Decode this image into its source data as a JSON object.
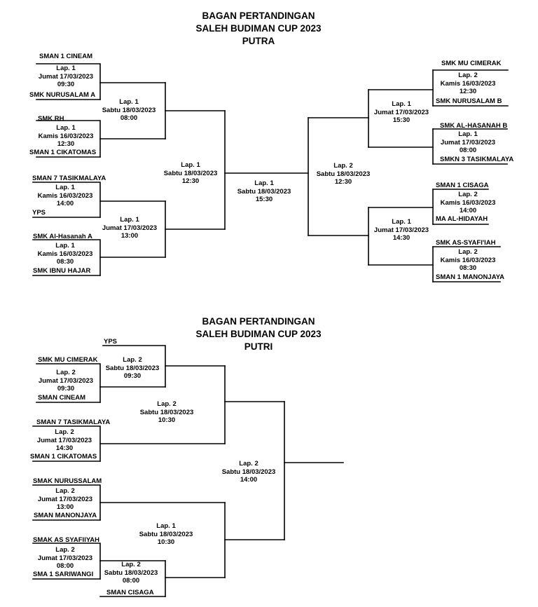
{
  "putra": {
    "title": [
      "BAGAN PERTANDINGAN",
      "SALEH BUDIMAN CUP 2023",
      "PUTRA"
    ],
    "teams": [
      "SMAN  1 CINEAM",
      "SMK  NURUSALAM A",
      "SMK  RH",
      "SMAN 1 CIKATOMAS",
      "SMAN 7 TASIKMALAYA",
      "YPS",
      "SMK Al-Hasanah A",
      "SMK  IBNU HAJAR",
      "SMK MU CIMERAK",
      "SMK  NURUSALAM B",
      "SMK  AL-HASANAH B",
      "SMKN 3 TASIKMALAYA",
      "SMAN 1 CISAGA",
      "MA AL-HIDAYAH",
      "SMK  AS-SYAFI'IAH",
      "SMAN 1 MANONJAYA"
    ],
    "matches": [
      {
        "lap": "Lap. 1",
        "day": "Jumat 17/03/2023",
        "time": "09:30"
      },
      {
        "lap": "Lap. 1",
        "day": "Kamis 16/03/2023",
        "time": "12:30"
      },
      {
        "lap": "Lap. 1",
        "day": "Kamis 16/03/2023",
        "time": "14:00"
      },
      {
        "lap": "Lap. 1",
        "day": "Kamis 16/03/2023",
        "time": "08:30"
      },
      {
        "lap": "Lap. 1",
        "day": "Sabtu 18/03/2023",
        "time": "08:00"
      },
      {
        "lap": "Lap. 1",
        "day": "Jumat 17/03/2023",
        "time": "13:00"
      },
      {
        "lap": "Lap. 1",
        "day": "Sabtu 18/03/2023",
        "time": "12:30"
      },
      {
        "lap": "Lap. 1",
        "day": "Sabtu 18/03/2023",
        "time": "15:30"
      },
      {
        "lap": "Lap. 2",
        "day": "Sabtu 18/03/2023",
        "time": "12:30"
      },
      {
        "lap": "Lap. 1",
        "day": "Jumat 17/03/2023",
        "time": "15:30"
      },
      {
        "lap": "Lap. 1",
        "day": "Jumat 17/03/2023",
        "time": "14:30"
      },
      {
        "lap": "Lap. 2",
        "day": "Kamis 16/03/2023",
        "time": "12:30"
      },
      {
        "lap": "Lap. 1",
        "day": "Jumat 17/03/2023",
        "time": "08:00"
      },
      {
        "lap": "Lap. 2",
        "day": "Kamis 16/03/2023",
        "time": "14:00"
      },
      {
        "lap": "Lap. 2",
        "day": "Kamis 16/03/2023",
        "time": "08:30"
      }
    ]
  },
  "putri": {
    "title": [
      "BAGAN PERTANDINGAN",
      "SALEH BUDIMAN CUP 2023",
      "PUTRI"
    ],
    "teams": [
      "YPS",
      "SMK MU CIMERAK",
      "SMAN CINEAM",
      "SMAN 7 TASIKMALAYA",
      "SMAN 1 CIKATOMAS",
      "SMAK NURUSSALAM",
      "SMAN MANONJAYA",
      "SMAK AS SYAFIIYAH",
      "SMA 1 SARIWANGI",
      "SMAN CISAGA"
    ],
    "matches": [
      {
        "lap": "Lap. 2",
        "day": "Jumat 17/03/2023",
        "time": "09:30"
      },
      {
        "lap": "Lap. 2",
        "day": "Sabtu 18/03/2023",
        "time": "09:30"
      },
      {
        "lap": "Lap. 2",
        "day": "Jumat 17/03/2023",
        "time": "14:30"
      },
      {
        "lap": "Lap. 2",
        "day": "Sabtu 18/03/2023",
        "time": "10:30"
      },
      {
        "lap": "Lap. 2",
        "day": "Jumat 17/03/2023",
        "time": "13:00"
      },
      {
        "lap": "Lap. 2",
        "day": "Jumat 17/03/2023",
        "time": "08:00"
      },
      {
        "lap": "Lap. 2",
        "day": "Sabtu 18/03/2023",
        "time": "08:00"
      },
      {
        "lap": "Lap. 1",
        "day": "Sabtu 18/03/2023",
        "time": "10:30"
      },
      {
        "lap": "Lap. 2",
        "day": "Sabtu 18/03/2023",
        "time": "14:00"
      }
    ]
  }
}
